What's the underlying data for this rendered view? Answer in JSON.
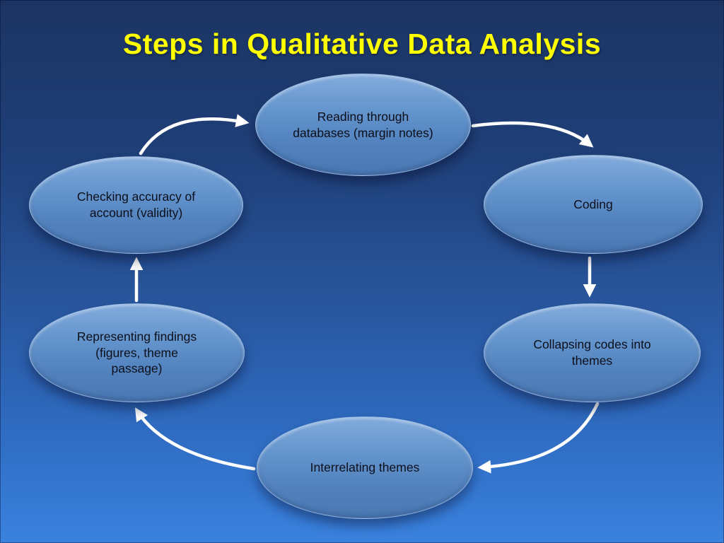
{
  "slide": {
    "title": "Steps in Qualitative Data Analysis",
    "background_top_color": "#1b3463",
    "background_bottom_color": "#3a82df",
    "title_color": "#ffff00"
  },
  "diagram": {
    "type": "cycle",
    "node_fill_top": "#82abdc",
    "node_fill_bottom": "#4a77b2",
    "node_text_color": "#0d0f1a",
    "arrow_color": "#ffffff",
    "nodes": [
      {
        "id": "reading",
        "label": "Reading through databases (margin notes)"
      },
      {
        "id": "coding",
        "label": "Coding"
      },
      {
        "id": "collapsing",
        "label": "Collapsing codes into themes"
      },
      {
        "id": "interrelating",
        "label": "Interrelating themes"
      },
      {
        "id": "representing",
        "label": "Representing findings (figures, theme passage)"
      },
      {
        "id": "checking",
        "label": "Checking accuracy of account (validity)"
      }
    ],
    "flow": [
      "checking -> reading",
      "reading -> coding",
      "coding -> collapsing",
      "collapsing -> interrelating",
      "interrelating -> representing",
      "representing -> checking"
    ]
  }
}
